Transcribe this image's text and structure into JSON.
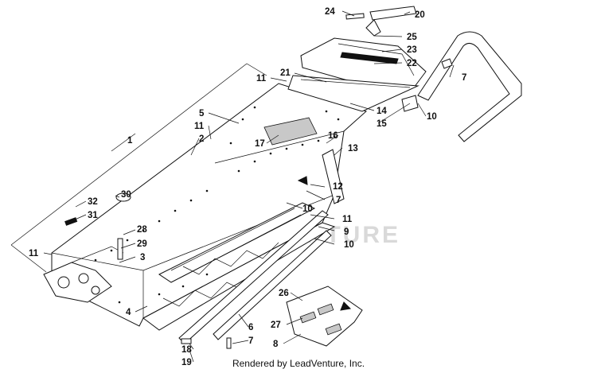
{
  "diagram": {
    "callouts": [
      "1",
      "2",
      "3",
      "4",
      "5",
      "6",
      "7",
      "7",
      "7",
      "8",
      "9",
      "10",
      "10",
      "10",
      "11",
      "11",
      "11",
      "11",
      "12",
      "13",
      "14",
      "15",
      "16",
      "17",
      "18",
      "19",
      "20",
      "21",
      "22",
      "23",
      "24",
      "25",
      "26",
      "27",
      "28",
      "29",
      "30",
      "31",
      "32"
    ],
    "watermark": "LEADVENTURE",
    "footer": "Rendered by LeadVenture, Inc."
  }
}
